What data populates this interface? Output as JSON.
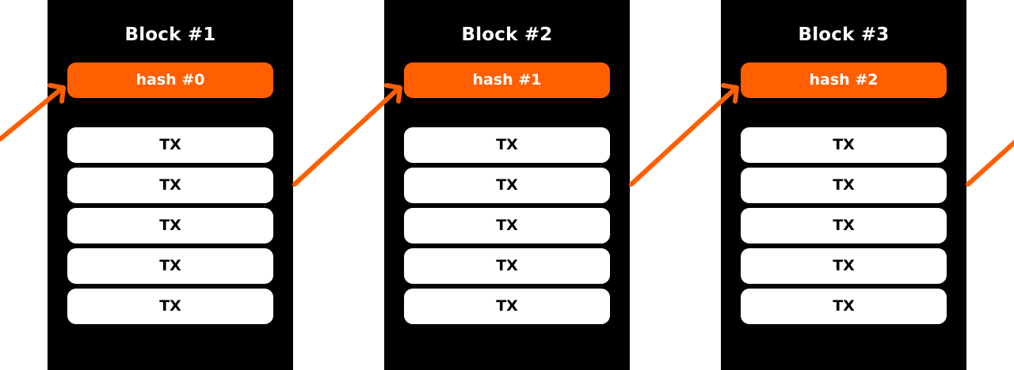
{
  "colors": {
    "block_bg": "#000000",
    "hash_bg": "#FF5F00",
    "tx_bg": "#FFFFFF",
    "arrow": "#FF5F00"
  },
  "blocks": [
    {
      "title": "Block #1",
      "hash": "hash #0",
      "transactions": [
        "TX",
        "TX",
        "TX",
        "TX",
        "TX"
      ]
    },
    {
      "title": "Block #2",
      "hash": "hash #1",
      "transactions": [
        "TX",
        "TX",
        "TX",
        "TX",
        "TX"
      ]
    },
    {
      "title": "Block #3",
      "hash": "hash #2",
      "transactions": [
        "TX",
        "TX",
        "TX",
        "TX",
        "TX"
      ]
    }
  ]
}
